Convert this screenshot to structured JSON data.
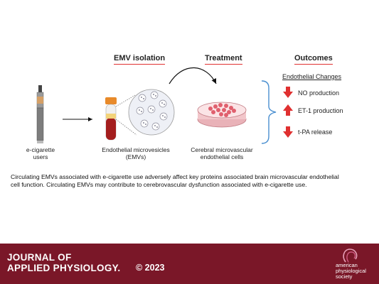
{
  "headings": {
    "isolation": "EMV isolation",
    "treatment": "Treatment",
    "outcomes": "Outcomes"
  },
  "labels": {
    "ecig_line1": "e-cigarette",
    "ecig_line2": "users",
    "emv_line1": "Endothelial microvesicles",
    "emv_line2": "(EMVs)",
    "cells_line1": "Cerebral microvascular",
    "cells_line2": "endothelial cells"
  },
  "outcomes": {
    "title": "Endothelial Changes",
    "items": [
      {
        "direction": "down",
        "text": "NO production"
      },
      {
        "direction": "up",
        "text": "ET-1 production"
      },
      {
        "direction": "down",
        "text": "t-PA release"
      }
    ]
  },
  "caption": {
    "line1": "Circulating EMVs associated with e-cigarette use adversely affect key proteins associated brain microvascular endothelial",
    "line2": "cell function. Circulating EMVs may contribute to cerebrovascular dysfunction associated with e-cigarette use."
  },
  "footer": {
    "journal_line1": "JOURNAL OF",
    "journal_line2": "APPLIED PHYSIOLOGY.",
    "copyright": "© 2023",
    "society_line1": "american",
    "society_line2": "physiological",
    "society_line3": "society"
  },
  "colors": {
    "accent_red": "#e03030",
    "footer_bg": "#7a1728",
    "bracket_blue": "#4a8fd0"
  },
  "icons": [
    "e-cigarette-icon",
    "blood-tube-icon",
    "microvesicles-icon",
    "petri-dish-icon",
    "arrow-down-icon",
    "arrow-up-icon",
    "aps-logo-icon"
  ]
}
